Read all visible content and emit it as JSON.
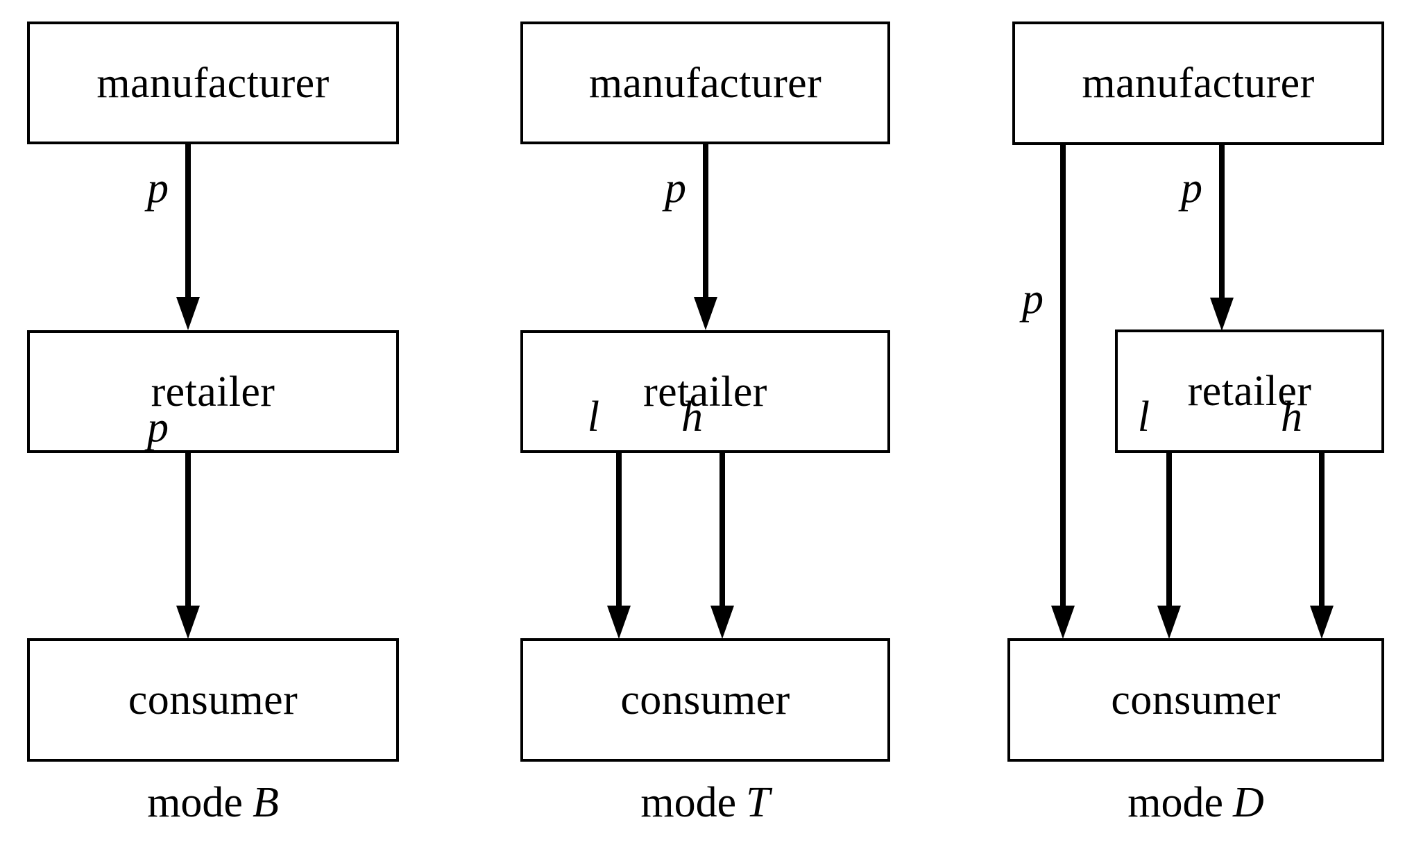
{
  "figure": {
    "type": "diagram",
    "subtype": "supply-chain-flow",
    "background_color": "#ffffff",
    "stroke_color": "#000000",
    "panels": [
      {
        "id": "mode-b",
        "caption_prefix": "mode",
        "caption_symbol": "B",
        "nodes": [
          {
            "id": "manufacturer",
            "label": "manufacturer"
          },
          {
            "id": "retailer",
            "label": "retailer"
          },
          {
            "id": "consumer",
            "label": "consumer"
          }
        ],
        "edges": [
          {
            "id": "b-man-ret",
            "from": "manufacturer",
            "to": "retailer",
            "label": "p"
          },
          {
            "id": "b-ret-con",
            "from": "retailer",
            "to": "consumer",
            "label": "p"
          }
        ]
      },
      {
        "id": "mode-t",
        "caption_prefix": "mode",
        "caption_symbol": "T",
        "nodes": [
          {
            "id": "manufacturer",
            "label": "manufacturer"
          },
          {
            "id": "retailer",
            "label": "retailer"
          },
          {
            "id": "consumer",
            "label": "consumer"
          }
        ],
        "edges": [
          {
            "id": "t-man-ret",
            "from": "manufacturer",
            "to": "retailer",
            "label": "p"
          },
          {
            "id": "t-ret-con-l",
            "from": "retailer",
            "to": "consumer",
            "label": "l"
          },
          {
            "id": "t-ret-con-h",
            "from": "retailer",
            "to": "consumer",
            "label": "h"
          }
        ]
      },
      {
        "id": "mode-d",
        "caption_prefix": "mode",
        "caption_symbol": "D",
        "nodes": [
          {
            "id": "manufacturer",
            "label": "manufacturer"
          },
          {
            "id": "retailer",
            "label": "retailer"
          },
          {
            "id": "consumer",
            "label": "consumer"
          }
        ],
        "edges": [
          {
            "id": "d-man-con",
            "from": "manufacturer",
            "to": "consumer",
            "label": "p"
          },
          {
            "id": "d-man-ret",
            "from": "manufacturer",
            "to": "retailer",
            "label": "p"
          },
          {
            "id": "d-ret-con-l",
            "from": "retailer",
            "to": "consumer",
            "label": "l"
          },
          {
            "id": "d-ret-con-h",
            "from": "retailer",
            "to": "consumer",
            "label": "h"
          }
        ]
      }
    ]
  }
}
